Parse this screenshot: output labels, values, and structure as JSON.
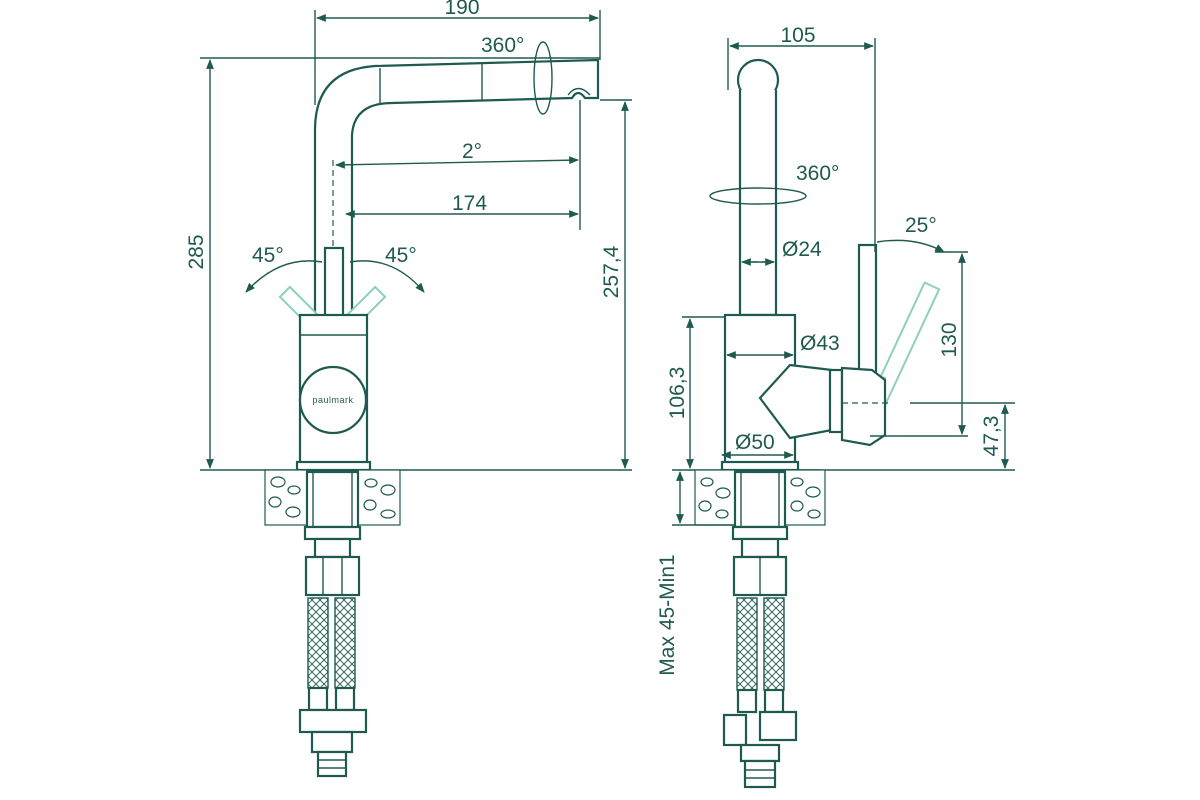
{
  "colors": {
    "line": "#1f5a50",
    "ghost_handle": "#8fcfbd",
    "background": "#ffffff"
  },
  "front_view": {
    "width": "190",
    "rotation": "360°",
    "height_total": "285",
    "spout_angle": "2°",
    "reach": "174",
    "handle_left": "45°",
    "handle_right": "45°",
    "spout_height": "257,4",
    "brand": "paulmark"
  },
  "side_view": {
    "width": "105",
    "rotation": "360°",
    "handle_tilt": "25°",
    "spout_diameter": "Ø24",
    "body_diameter": "Ø43",
    "handle_height": "130",
    "base_height": "106,3",
    "base_diameter": "Ø50",
    "lever_height": "47,3",
    "mount_thickness": "Max 45-Min1"
  }
}
